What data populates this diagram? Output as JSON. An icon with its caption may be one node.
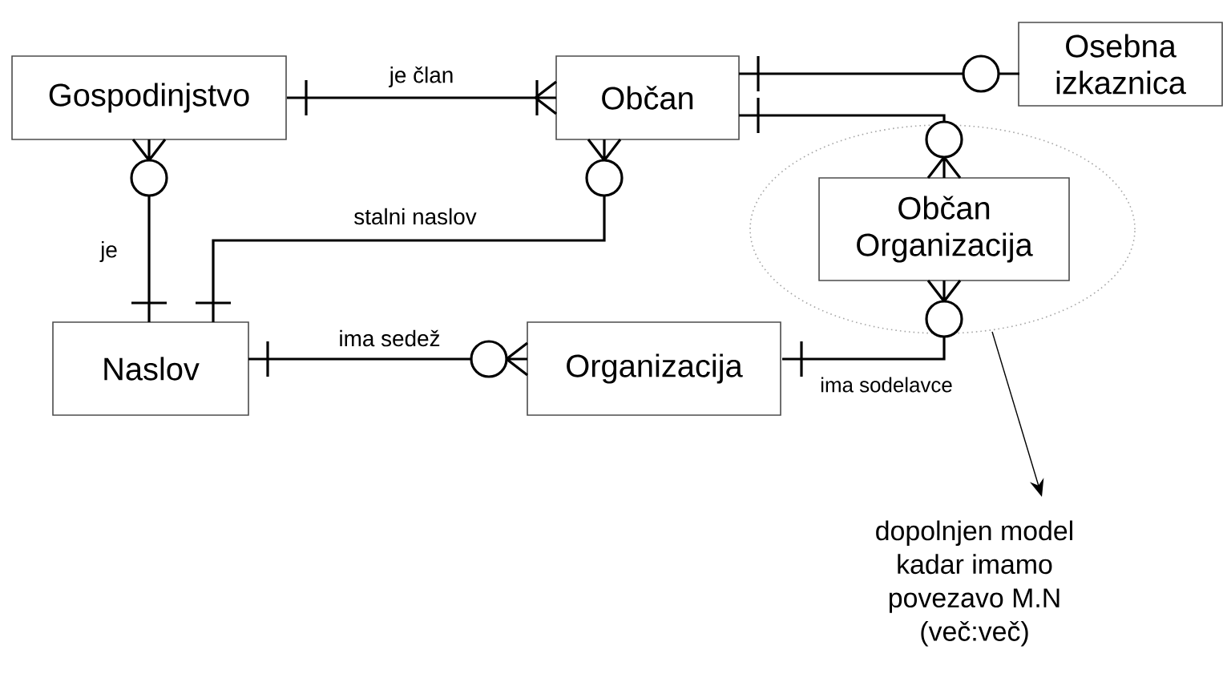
{
  "diagram": {
    "nodes": [
      {
        "text": [
          "Gospodinjstvo"
        ]
      },
      {
        "text": [
          "Občan"
        ]
      },
      {
        "text": [
          "Osebna izkaznica"
        ]
      },
      {
        "text": [],
        "shape": "ellipse"
      },
      {
        "text": [
          "Občan Organizacija"
        ],
        "in": 3
      },
      {
        "text": [
          "Naslov"
        ]
      },
      {
        "text": [
          "Organizacija"
        ]
      },
      {
        "text": [
          "dopolnjen model kadar imamo povezavo M.N (več:več)"
        ]
      }
    ],
    "edges": [
      {
        "from": 0,
        "to": 1,
        "arrow": "other",
        "label": "je član"
      },
      {
        "from": 0,
        "to": 5,
        "arrow": "other",
        "label": "je"
      },
      {
        "from": 1,
        "to": 5,
        "arrow": "other",
        "label": "stalni naslov"
      },
      {
        "from": 1,
        "to": 2,
        "arrow": "other"
      },
      {
        "from": 1,
        "to": 4,
        "arrow": "other"
      },
      {
        "from": 5,
        "to": 6,
        "arrow": "other",
        "label": "ima sedež"
      },
      {
        "from": 6,
        "to": 4,
        "arrow": "other",
        "label": "ima sodelavce"
      },
      {
        "from": 3,
        "to": 7,
        "arrow": "to"
      }
    ]
  }
}
